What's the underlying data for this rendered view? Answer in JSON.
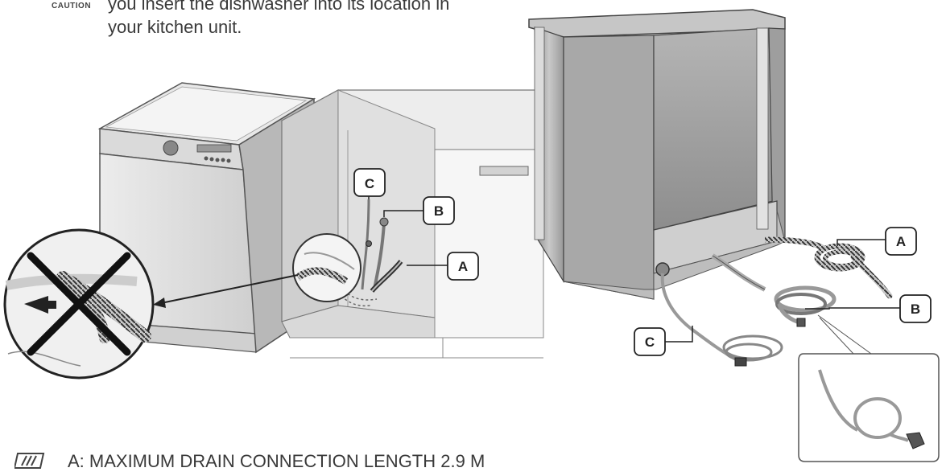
{
  "caution": {
    "icon_label": "CAUTION",
    "line1": "you insert the dishwasher into its location in",
    "line2": "your kitchen unit."
  },
  "callouts": {
    "left": {
      "c": "C",
      "b": "B",
      "a": "A"
    },
    "right": {
      "a": "A",
      "b": "B",
      "c": "C"
    }
  },
  "note": {
    "icon": "note-icon",
    "text": "A: MAXIMUM DRAIN CONNECTION LENGTH 2.9 M"
  }
}
